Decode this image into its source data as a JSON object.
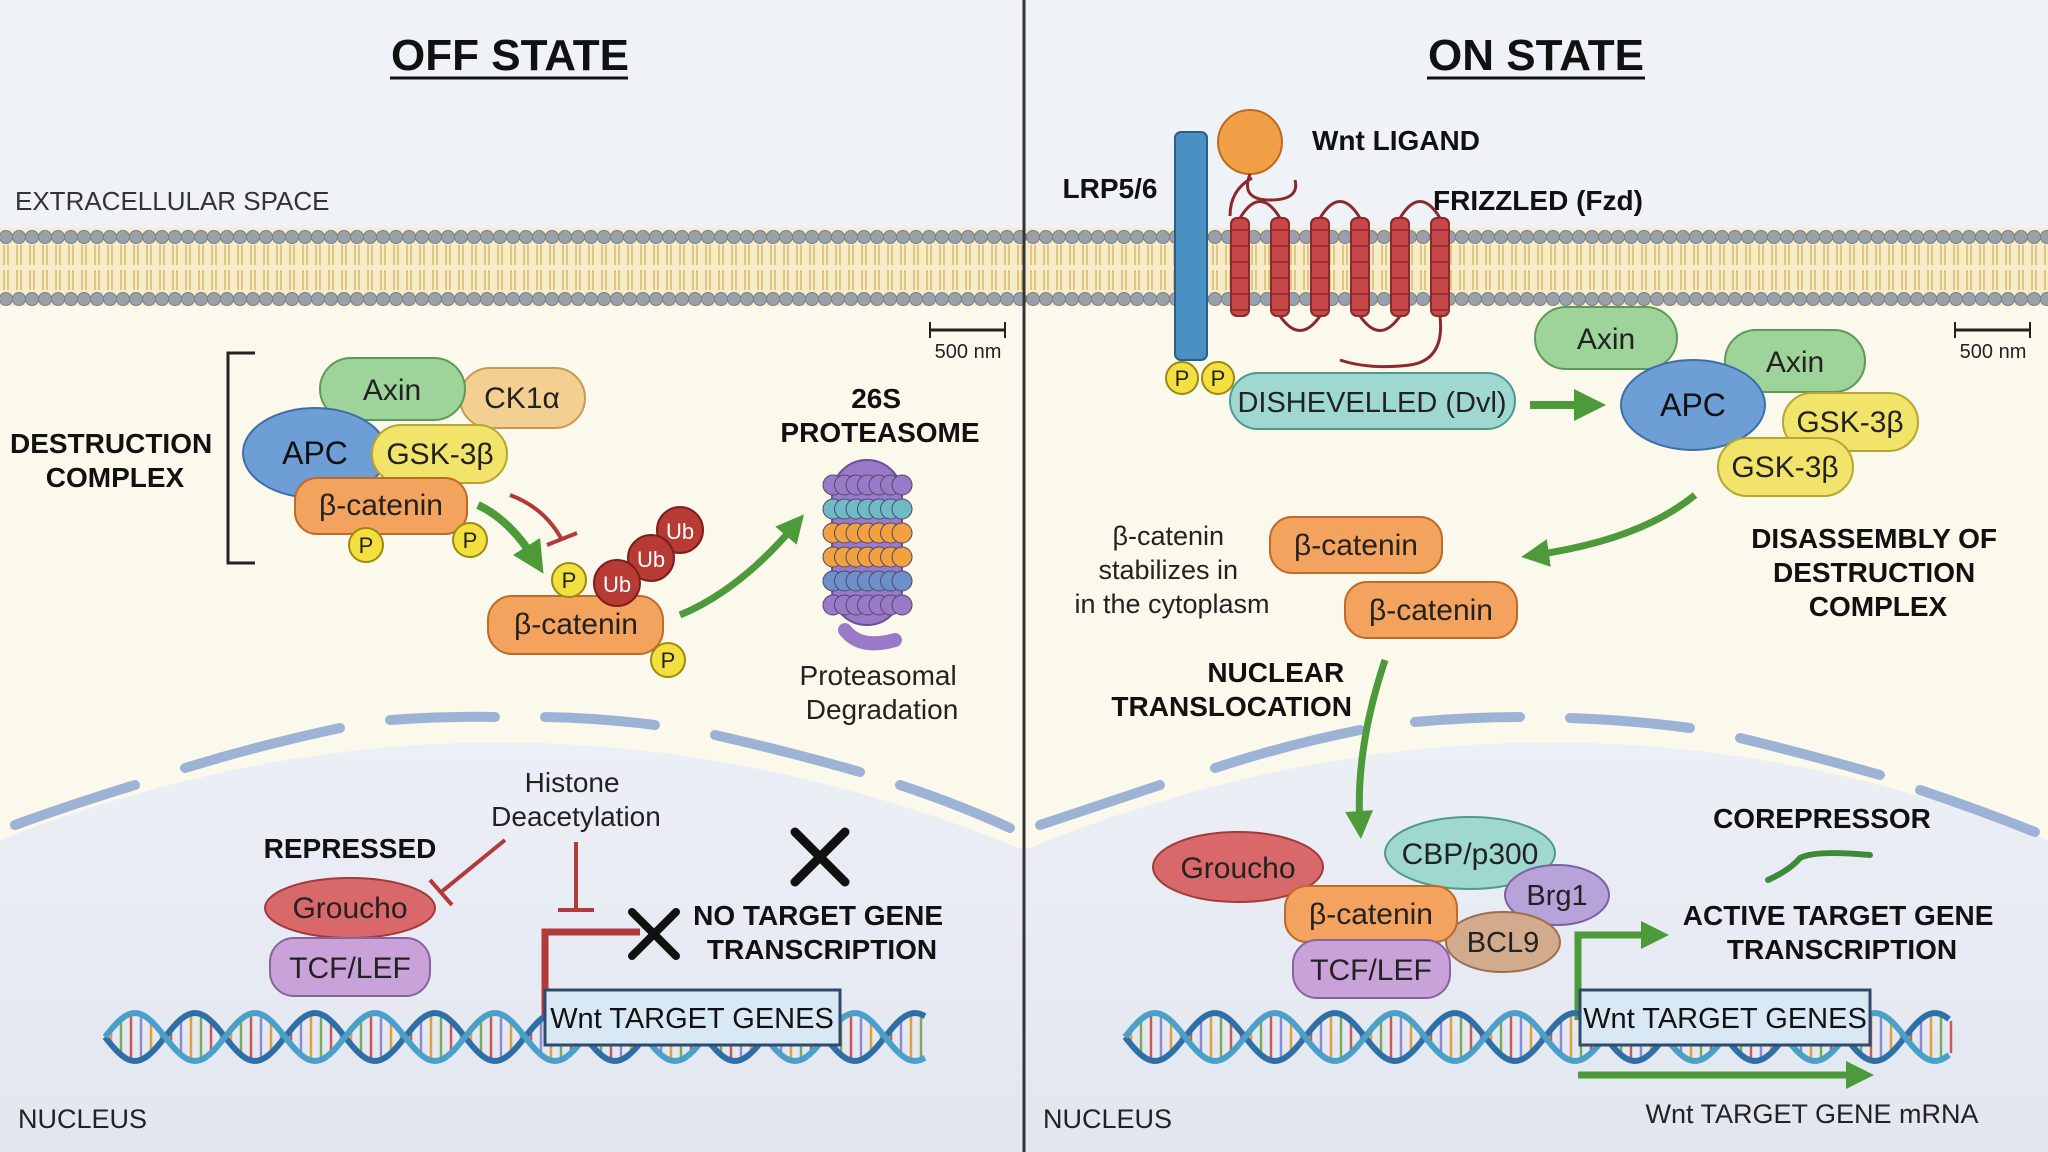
{
  "off": {
    "title": "OFF STATE",
    "extracellular": "EXTRACELLULAR SPACE",
    "scale": "500 nm",
    "complex": [
      "DESTRUCTION",
      "COMPLEX"
    ],
    "axin": "Axin",
    "ck1": "CK1α",
    "apc": "APC",
    "gsk": "GSK-3β",
    "bcat": "β-catenin",
    "p": "P",
    "ub": "Ub",
    "proteasome": [
      "26S",
      "PROTEASOME"
    ],
    "degradation": [
      "Proteasomal",
      "Degradation"
    ],
    "histone": [
      "Histone",
      "Deacetylation"
    ],
    "repressed": "REPRESSED",
    "groucho": "Groucho",
    "tcf": "TCF/LEF",
    "no_transcription": [
      "NO TARGET GENE",
      "TRANSCRIPTION"
    ],
    "genes": "Wnt TARGET GENES",
    "nucleus": "NUCLEUS"
  },
  "on": {
    "title": "ON STATE",
    "ligand": "Wnt LIGAND",
    "lrp": "LRP5/6",
    "frizzled": "FRIZZLED (Fzd)",
    "scale": "500 nm",
    "p": "P",
    "dvl": "DISHEVELLED (Dvl)",
    "axin": "Axin",
    "apc": "APC",
    "gsk": "GSK-3β",
    "disassembly": [
      "DISASSEMBLY OF",
      "DESTRUCTION",
      "COMPLEX"
    ],
    "stabilizes": [
      "β-catenin",
      "stabilizes in",
      "in the cytoplasm"
    ],
    "bcat": "β-catenin",
    "translocation": [
      "NUCLEAR",
      "TRANSLOCATION"
    ],
    "corepressor": "COREPRESSOR",
    "groucho": "Groucho",
    "cbp": "CBP/p300",
    "brg1": "Brg1",
    "bcl9": "BCL9",
    "tcf": "TCF/LEF",
    "active": [
      "ACTIVE TARGET GENE",
      "TRANSCRIPTION"
    ],
    "genes": "Wnt TARGET GENES",
    "mrna": "Wnt TARGET GENE mRNA",
    "nucleus": "NUCLEUS"
  },
  "colors": {
    "axin": "#9ed39a",
    "ck1": "#f4cf92",
    "apc": "#6d9fd6",
    "gsk": "#f2e36a",
    "bcat": "#f3a35d",
    "p": "#f3e040",
    "ub": "#b73a35",
    "dvl": "#9fd8d0",
    "groucho": "#d9686a",
    "tcf": "#c9a2d9",
    "cbp": "#9fd8d0",
    "brg1": "#b7a2d9",
    "bcl9": "#d2aa8c",
    "arrow_green": "#4c9a3a",
    "inhibit_red": "#b23a3a",
    "membrane": "#9aa0aa",
    "receptor_red": "#c8484a",
    "lrp_blue": "#4a90c2",
    "ligand": "#f2a048"
  }
}
